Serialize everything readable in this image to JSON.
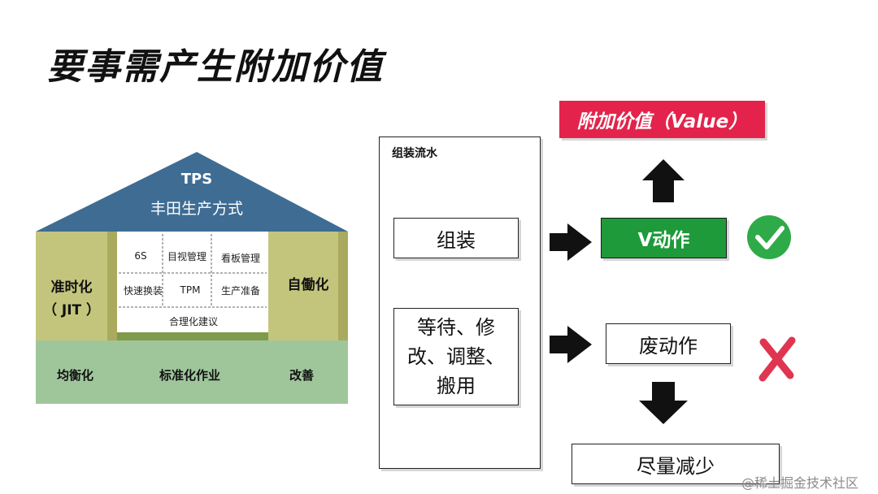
{
  "title": "要事需产生附加价值",
  "house": {
    "roof_title": "TPS",
    "roof_subtitle": "丰田生产方式",
    "pillar_left": [
      "准时化",
      "（ JIT ）"
    ],
    "pillar_right": "自働化",
    "inner_row1": [
      "6S",
      "目视管理",
      "看板管理"
    ],
    "inner_row2": [
      "快速换装",
      "TPM",
      "生产准备"
    ],
    "inner_row3": "合理化建议",
    "foundation": [
      "均衡化",
      "标准化作业",
      "改善"
    ]
  },
  "flow": {
    "title": "组装流水",
    "box_assembly": "组装",
    "box_waste_lines": [
      "等待、修",
      "改、调整、",
      "搬用"
    ]
  },
  "outcomes": {
    "value": "附加价值（Value）",
    "v_action": "V动作",
    "waste_action": "废动作",
    "reduce": "尽量减少"
  },
  "watermark": "@稀土掘金技术社区",
  "colors": {
    "roof": "#3f6c93",
    "pillar": "#c4c57d",
    "foundation": "#9fc69b",
    "value_red": "#e3234b",
    "v_green": "#1e9a3a",
    "check_green": "#2eaa48",
    "cross_red": "#e03550"
  }
}
